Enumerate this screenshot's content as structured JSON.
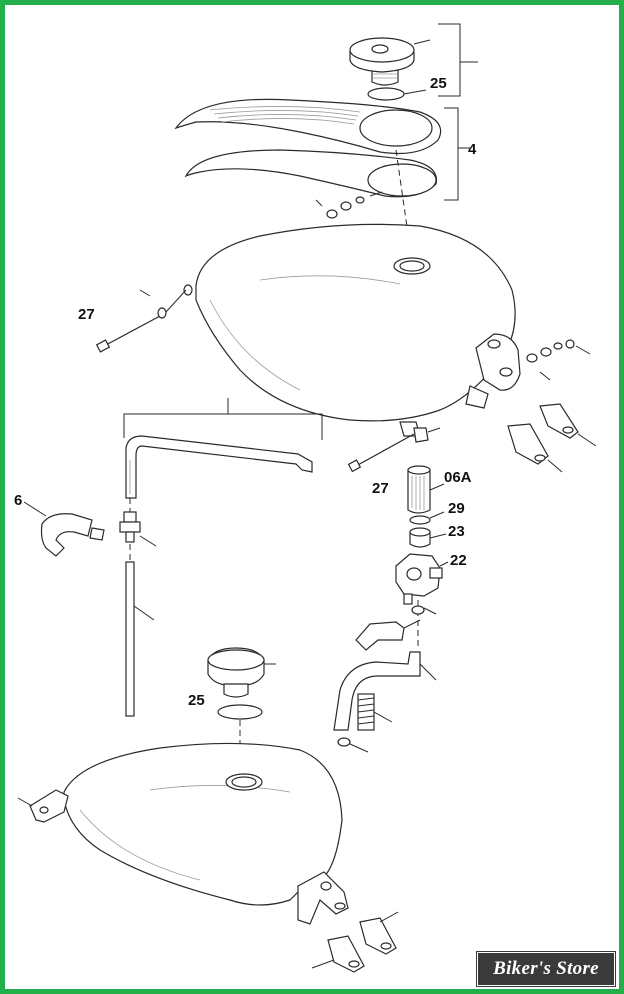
{
  "labels": {
    "p25_top": "25",
    "p4": "4",
    "p27_left": "27",
    "p27_mid": "27",
    "p06a": "06A",
    "p29": "29",
    "p23": "23",
    "p22": "22",
    "p6": "6",
    "p25_bottom": "25"
  },
  "watermark": "Biker's Store",
  "colors": {
    "frame": "#23b04a",
    "watermark_bg": "#3a3a3a"
  }
}
